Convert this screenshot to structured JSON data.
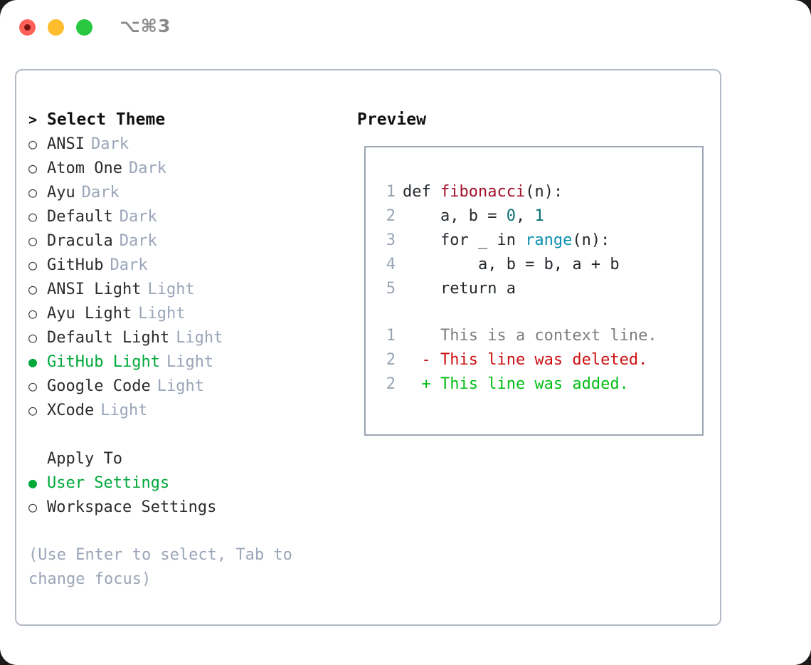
{
  "titlebar": {
    "shortcut": "⌥⌘3",
    "dots": [
      {
        "name": "close",
        "color": "#ff6159"
      },
      {
        "name": "minimize",
        "color": "#ffbd2e"
      },
      {
        "name": "maximize",
        "color": "#28c840"
      }
    ]
  },
  "theme_picker": {
    "header": {
      "prompt": ">",
      "label": "Select Theme"
    },
    "bullet_unselected": "○",
    "bullet_selected": "●",
    "items": [
      {
        "name": "ANSI",
        "variant": "Dark",
        "selected": false
      },
      {
        "name": "Atom One",
        "variant": "Dark",
        "selected": false
      },
      {
        "name": "Ayu",
        "variant": "Dark",
        "selected": false
      },
      {
        "name": "Default",
        "variant": "Dark",
        "selected": false
      },
      {
        "name": "Dracula",
        "variant": "Dark",
        "selected": false
      },
      {
        "name": "GitHub",
        "variant": "Dark",
        "selected": false
      },
      {
        "name": "ANSI Light",
        "variant": "Light",
        "selected": false
      },
      {
        "name": "Ayu Light",
        "variant": "Light",
        "selected": false
      },
      {
        "name": "Default Light",
        "variant": "Light",
        "selected": false
      },
      {
        "name": "GitHub Light",
        "variant": "Light",
        "selected": true
      },
      {
        "name": "Google Code",
        "variant": "Light",
        "selected": false
      },
      {
        "name": "XCode",
        "variant": "Light",
        "selected": false
      }
    ]
  },
  "apply_to": {
    "header": "Apply To",
    "options": [
      {
        "name": "User Settings",
        "selected": true
      },
      {
        "name": "Workspace Settings",
        "selected": false
      }
    ]
  },
  "hint": "(Use Enter to select, Tab to change focus)",
  "preview": {
    "title": "Preview",
    "code_lines": [
      {
        "num": "1",
        "tokens": [
          {
            "t": "def ",
            "c": "plain"
          },
          {
            "t": "fibonacci",
            "c": "fn"
          },
          {
            "t": "(n):",
            "c": "plain"
          }
        ]
      },
      {
        "num": "2",
        "tokens": [
          {
            "t": "    a, b = ",
            "c": "plain"
          },
          {
            "t": "0",
            "c": "num"
          },
          {
            "t": ", ",
            "c": "plain"
          },
          {
            "t": "1",
            "c": "num"
          }
        ]
      },
      {
        "num": "3",
        "tokens": [
          {
            "t": "    for _ in ",
            "c": "plain"
          },
          {
            "t": "range",
            "c": "builtin"
          },
          {
            "t": "(n):",
            "c": "plain"
          }
        ]
      },
      {
        "num": "4",
        "tokens": [
          {
            "t": "        a, b = b, a + b",
            "c": "plain"
          }
        ]
      },
      {
        "num": "5",
        "tokens": [
          {
            "t": "    return a",
            "c": "plain"
          }
        ]
      }
    ],
    "diff_lines": [
      {
        "num": "1",
        "marker": "  ",
        "text": "This is a context line.",
        "kind": "ctx"
      },
      {
        "num": "2",
        "marker": "- ",
        "text": "This line was deleted.",
        "kind": "del"
      },
      {
        "num": "2",
        "marker": "+ ",
        "text": "This line was added.",
        "kind": "add"
      }
    ]
  },
  "colors": {
    "accent_green": "#00a83a",
    "diff_add": "#00bf14",
    "diff_del": "#cc1111",
    "muted": "#9aa5b8",
    "fn": "#a3112a",
    "builtin": "#0b8fae",
    "number": "#0a7070"
  }
}
